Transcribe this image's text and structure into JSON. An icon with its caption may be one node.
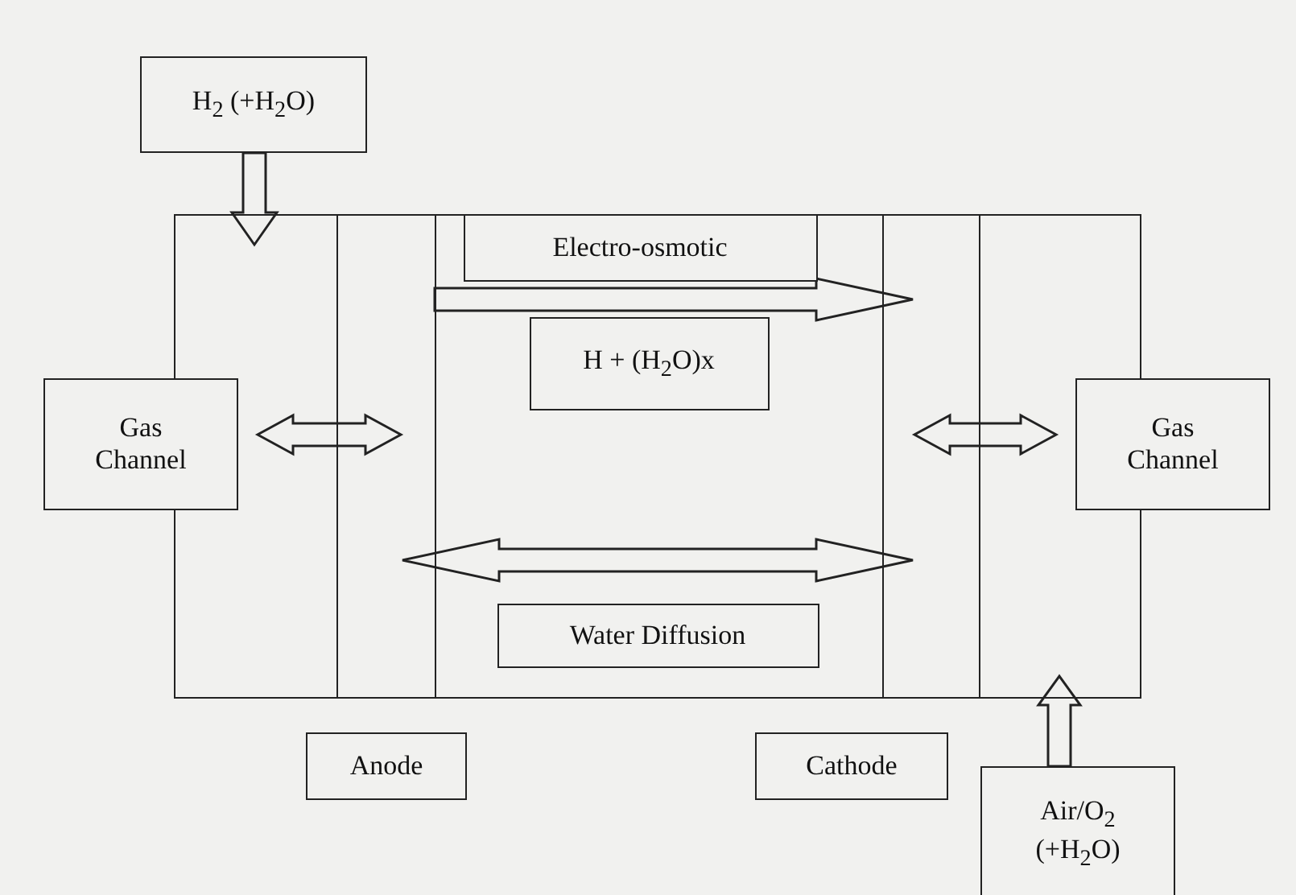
{
  "diagram": {
    "nodes": [
      {
        "text": [
          "H$_{2}$ (+H$_{2}$O)"
        ]
      },
      {
        "text": [
          "Gas Channel"
        ]
      },
      {
        "text": [
          "Electro-osmotic"
        ],
        "in": 11
      },
      {
        "text": [
          "H + (H$_{2}$O)x"
        ],
        "in": 11
      },
      {
        "text": [
          "Water Diffusion"
        ],
        "in": 11
      },
      {
        "text": [
          "Gas Channel"
        ]
      },
      {
        "text": [
          "Anode"
        ]
      },
      {
        "text": [
          "Cathode"
        ]
      },
      {
        "text": [
          "Air/O$_{2}$ (+H$_{2}$O)"
        ]
      },
      {
        "text": [],
        "shape": "box"
      },
      {
        "text": [],
        "shape": "box"
      },
      {
        "text": [],
        "shape": "box"
      },
      {
        "text": [],
        "shape": "box"
      },
      {
        "text": [],
        "shape": "box"
      }
    ],
    "edges": [
      {
        "from": 0,
        "to": 9,
        "arrow": "to"
      },
      {
        "from": 1,
        "to": 10,
        "arrow": "both"
      },
      {
        "from": 10,
        "to": 12,
        "arrow": "to"
      },
      {
        "from": 10,
        "to": 12,
        "arrow": "both"
      },
      {
        "from": 12,
        "to": 5,
        "arrow": "both"
      },
      {
        "from": 8,
        "to": 13,
        "arrow": "to"
      }
    ]
  }
}
